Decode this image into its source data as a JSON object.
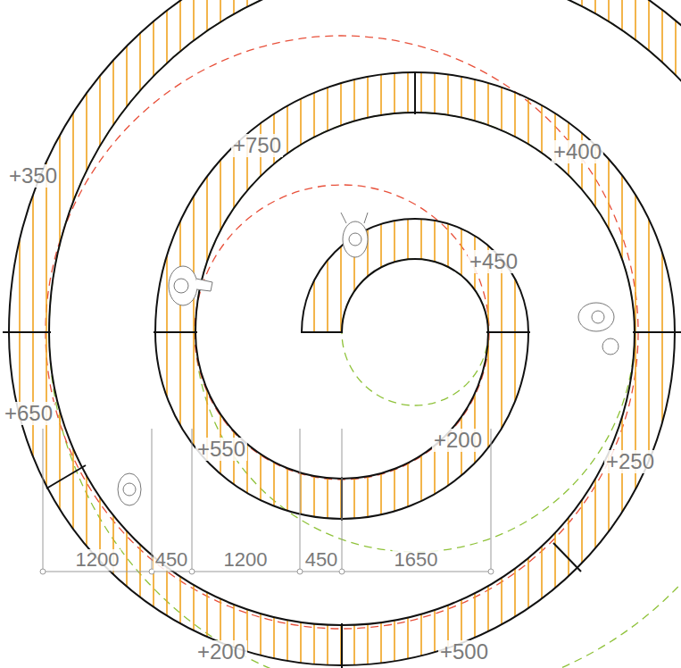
{
  "diagram": {
    "labels": [
      "+750",
      "+400",
      "+350",
      "+450",
      "+650",
      "+550",
      "+200",
      "+250",
      "1200",
      "450",
      "1200",
      "450",
      "1650",
      "+200",
      "+500"
    ]
  }
}
